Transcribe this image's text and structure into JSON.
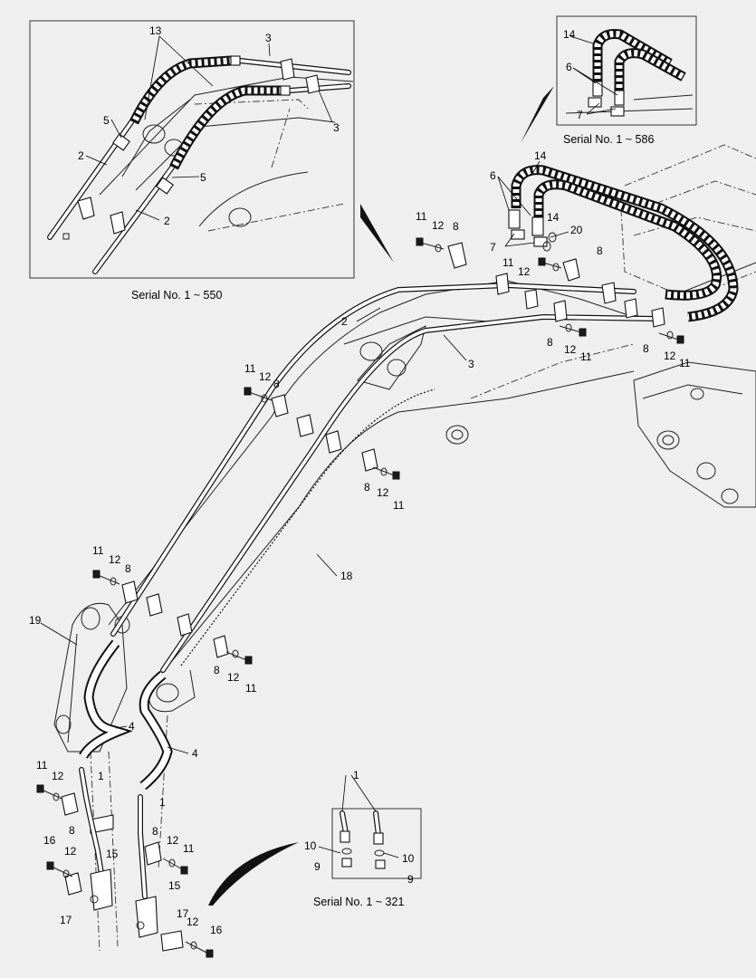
{
  "captions": {
    "inset_top_left": "Serial No. 1 ~ 550",
    "inset_top_right": "Serial No. 1 ~ 586",
    "inset_bottom": "Serial No. 1 ~ 321"
  },
  "callouts": {
    "n1": "1",
    "n2": "2",
    "n3": "3",
    "n4": "4",
    "n5": "5",
    "n6": "6",
    "n7": "7",
    "n8": "8",
    "n9": "9",
    "n10": "10",
    "n11": "11",
    "n12": "12",
    "n13": "13",
    "n14": "14",
    "n15": "15",
    "n16": "16",
    "n17": "17",
    "n18": "18",
    "n19": "19",
    "n20": "20"
  }
}
